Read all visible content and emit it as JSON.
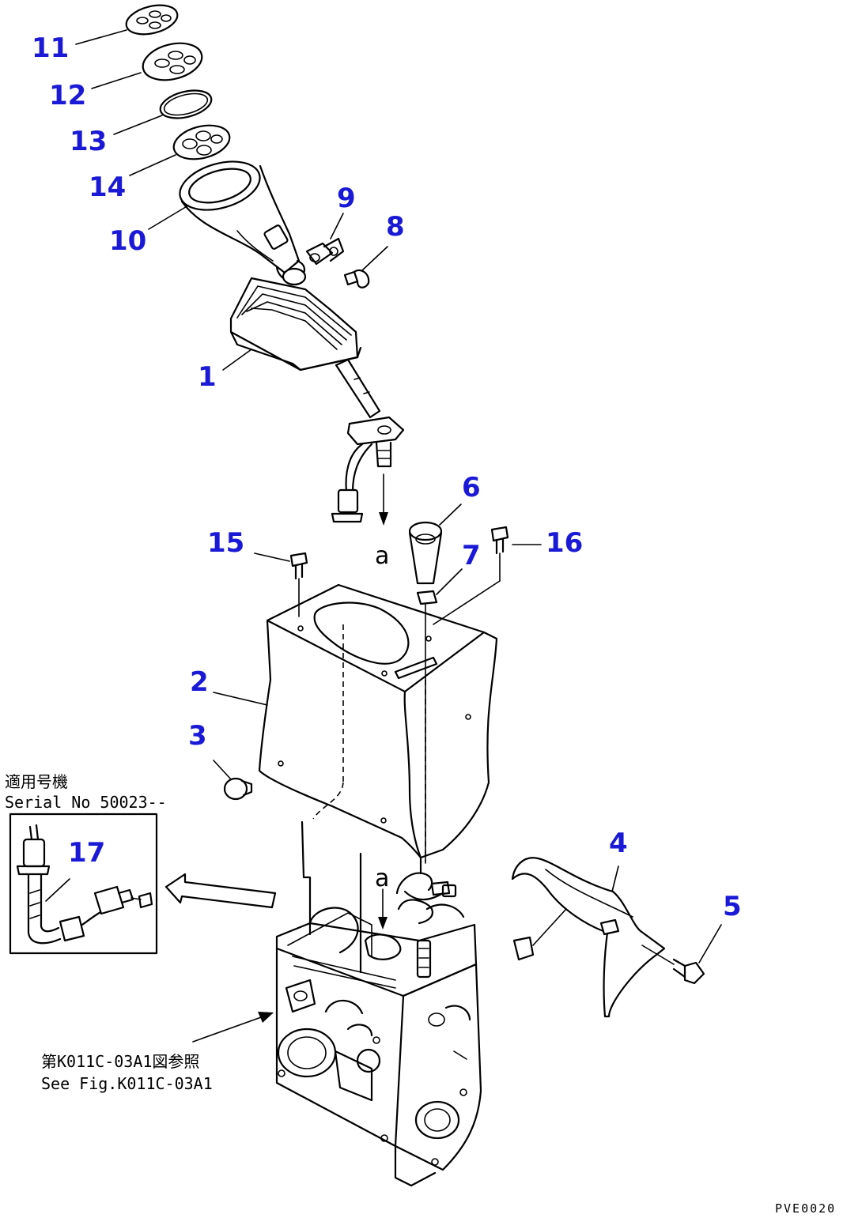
{
  "callouts": [
    {
      "id": "11",
      "label": "11"
    },
    {
      "id": "12",
      "label": "12"
    },
    {
      "id": "13",
      "label": "13"
    },
    {
      "id": "14",
      "label": "14"
    },
    {
      "id": "10",
      "label": "10"
    },
    {
      "id": "9",
      "label": "9"
    },
    {
      "id": "8",
      "label": "8"
    },
    {
      "id": "1",
      "label": "1"
    },
    {
      "id": "6",
      "label": "6"
    },
    {
      "id": "15",
      "label": "15"
    },
    {
      "id": "7",
      "label": "7"
    },
    {
      "id": "16",
      "label": "16"
    },
    {
      "id": "2",
      "label": "2"
    },
    {
      "id": "3",
      "label": "3"
    },
    {
      "id": "4",
      "label": "4"
    },
    {
      "id": "5",
      "label": "5"
    },
    {
      "id": "17",
      "label": "17"
    }
  ],
  "connection_marks": {
    "top": "a",
    "bottom": "a"
  },
  "inset_note": {
    "line_jp": "適用号機",
    "line_en": "Serial No 50023--"
  },
  "figure_reference": {
    "line_jp": "第K011C-03A1図参照",
    "line_en": "See Fig.K011C-03A1"
  },
  "drawing_code": "PVE0020",
  "colors": {
    "callout": "#1a1ad6",
    "line": "#000000",
    "background": "#ffffff"
  }
}
